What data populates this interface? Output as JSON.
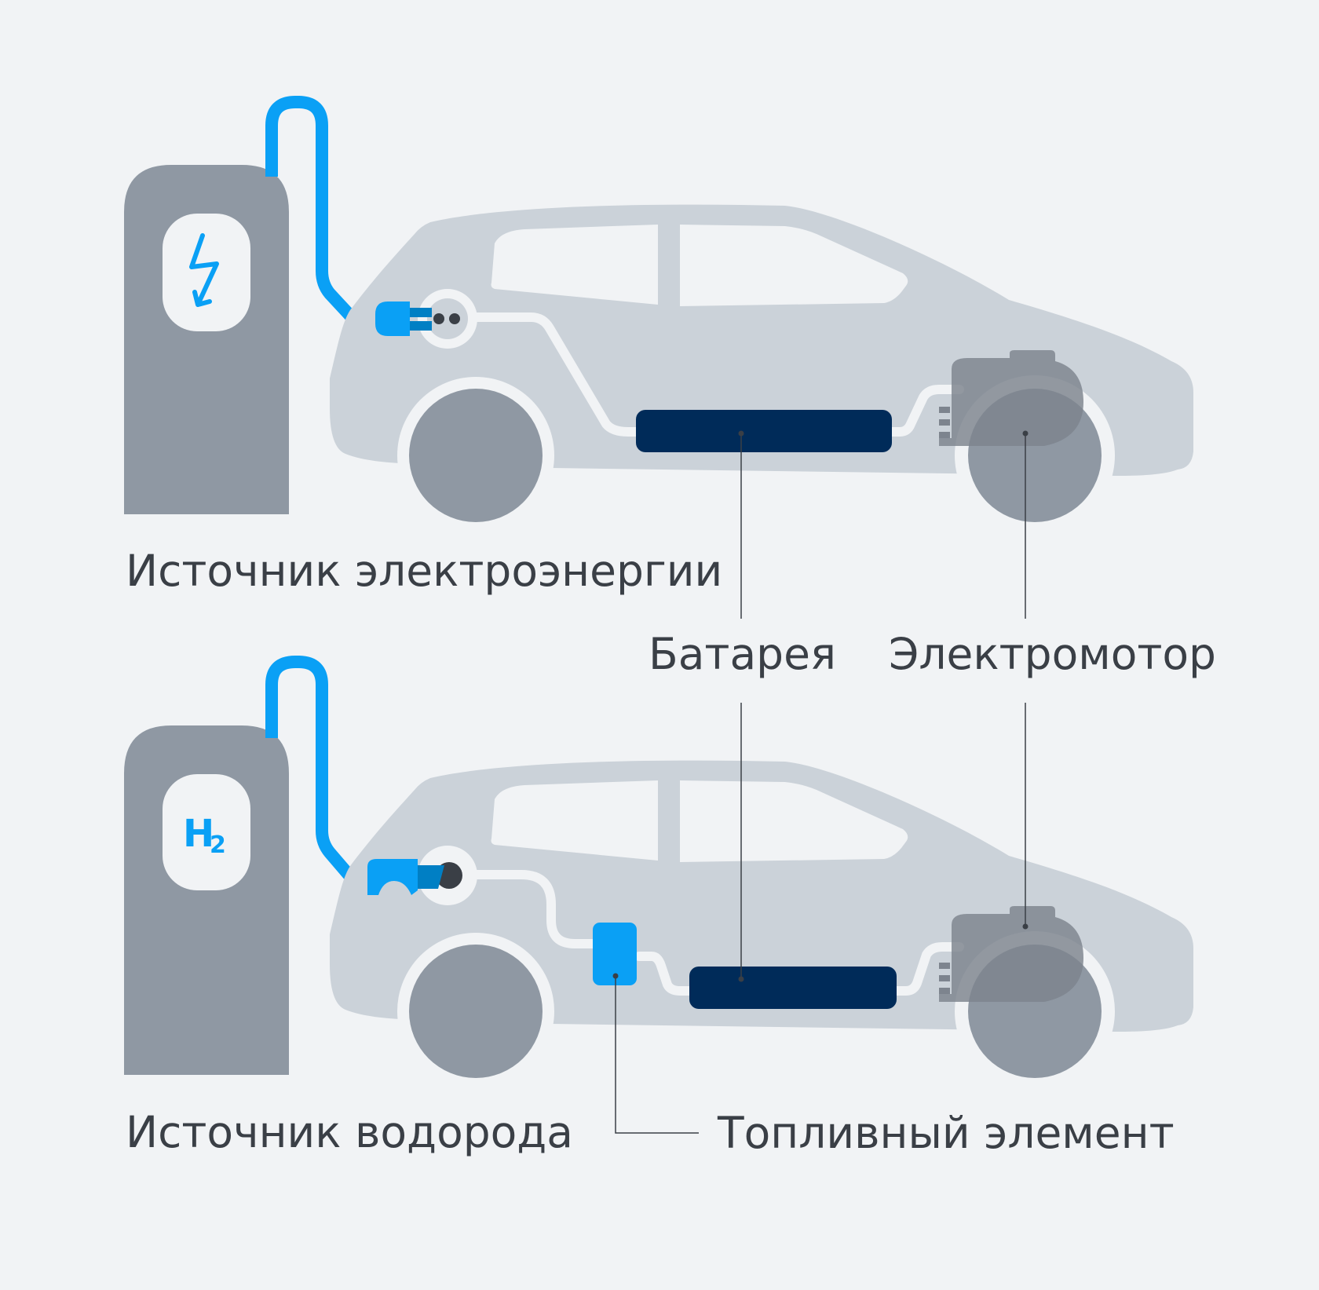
{
  "labels": {
    "electricity_source": "Источник электроэнергии",
    "battery": "Батарея",
    "electric_motor": "Электромотор",
    "hydrogen_source": "Источник водорода",
    "fuel_cell": "Топливный элемент"
  },
  "icons": {
    "electric_station": "lightning-bolt-icon",
    "hydrogen_station": "h2-icon"
  },
  "hydrogen_badge": {
    "symbol": "H",
    "subscript": "2"
  },
  "colors": {
    "background": "#f1f3f5",
    "station": "#8f98a3",
    "car_body": "#cbd2d9",
    "windows": "#f1f3f5",
    "wheel": "#8f98a3",
    "cable": "#0aa0f5",
    "battery": "#002b59",
    "fuel_cell": "#0aa0f5",
    "motor": "#7d848e",
    "text": "#3a3f46",
    "leader_line": "#3a3f46"
  }
}
